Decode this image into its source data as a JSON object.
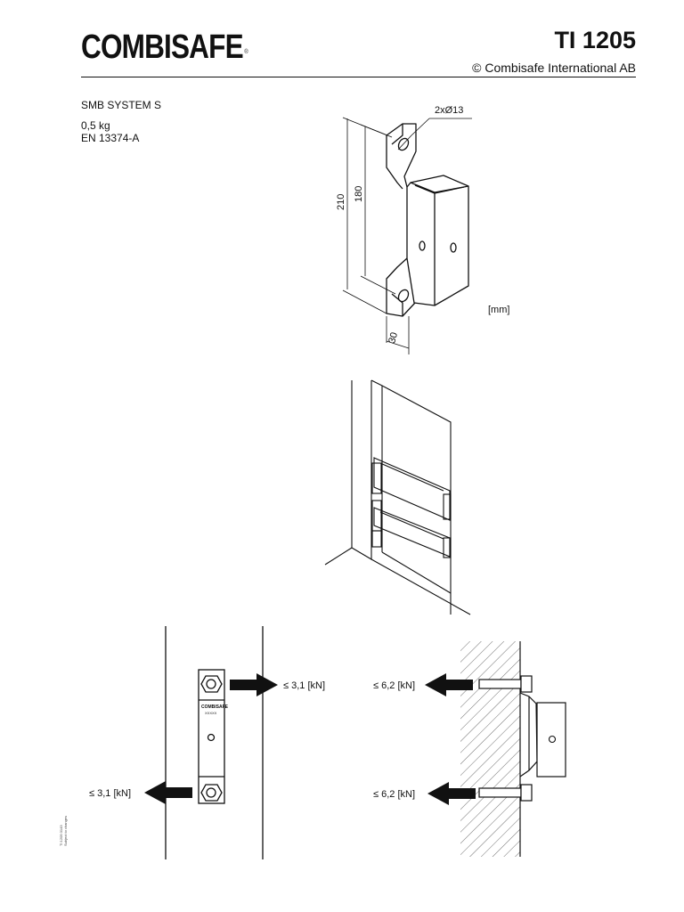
{
  "header": {
    "logo_text": "COMBISAFE",
    "logo_mark": "®",
    "doc_id": "TI 1205",
    "copyright": "© Combisafe International AB"
  },
  "specs": {
    "product": "SMB SYSTEM S",
    "weight": "0,5 kg",
    "standard": "EN 13374-A"
  },
  "dimension_drawing": {
    "holes": "2xØ13",
    "height_total": "210",
    "height_inner": "180",
    "width": "30",
    "unit": "[mm]"
  },
  "bracket_label": {
    "brand": "COMBISAFE",
    "code": "XXXXX"
  },
  "loads": {
    "front_top": "≤ 3,1 [kN]",
    "front_bottom": "≤ 3,1 [kN]",
    "side_top": "≤ 6,2 [kN]",
    "side_bottom": "≤ 6,2 [kN]"
  },
  "side_note": {
    "line1": "TI 1205 0143",
    "line2": "Subject to changes"
  }
}
